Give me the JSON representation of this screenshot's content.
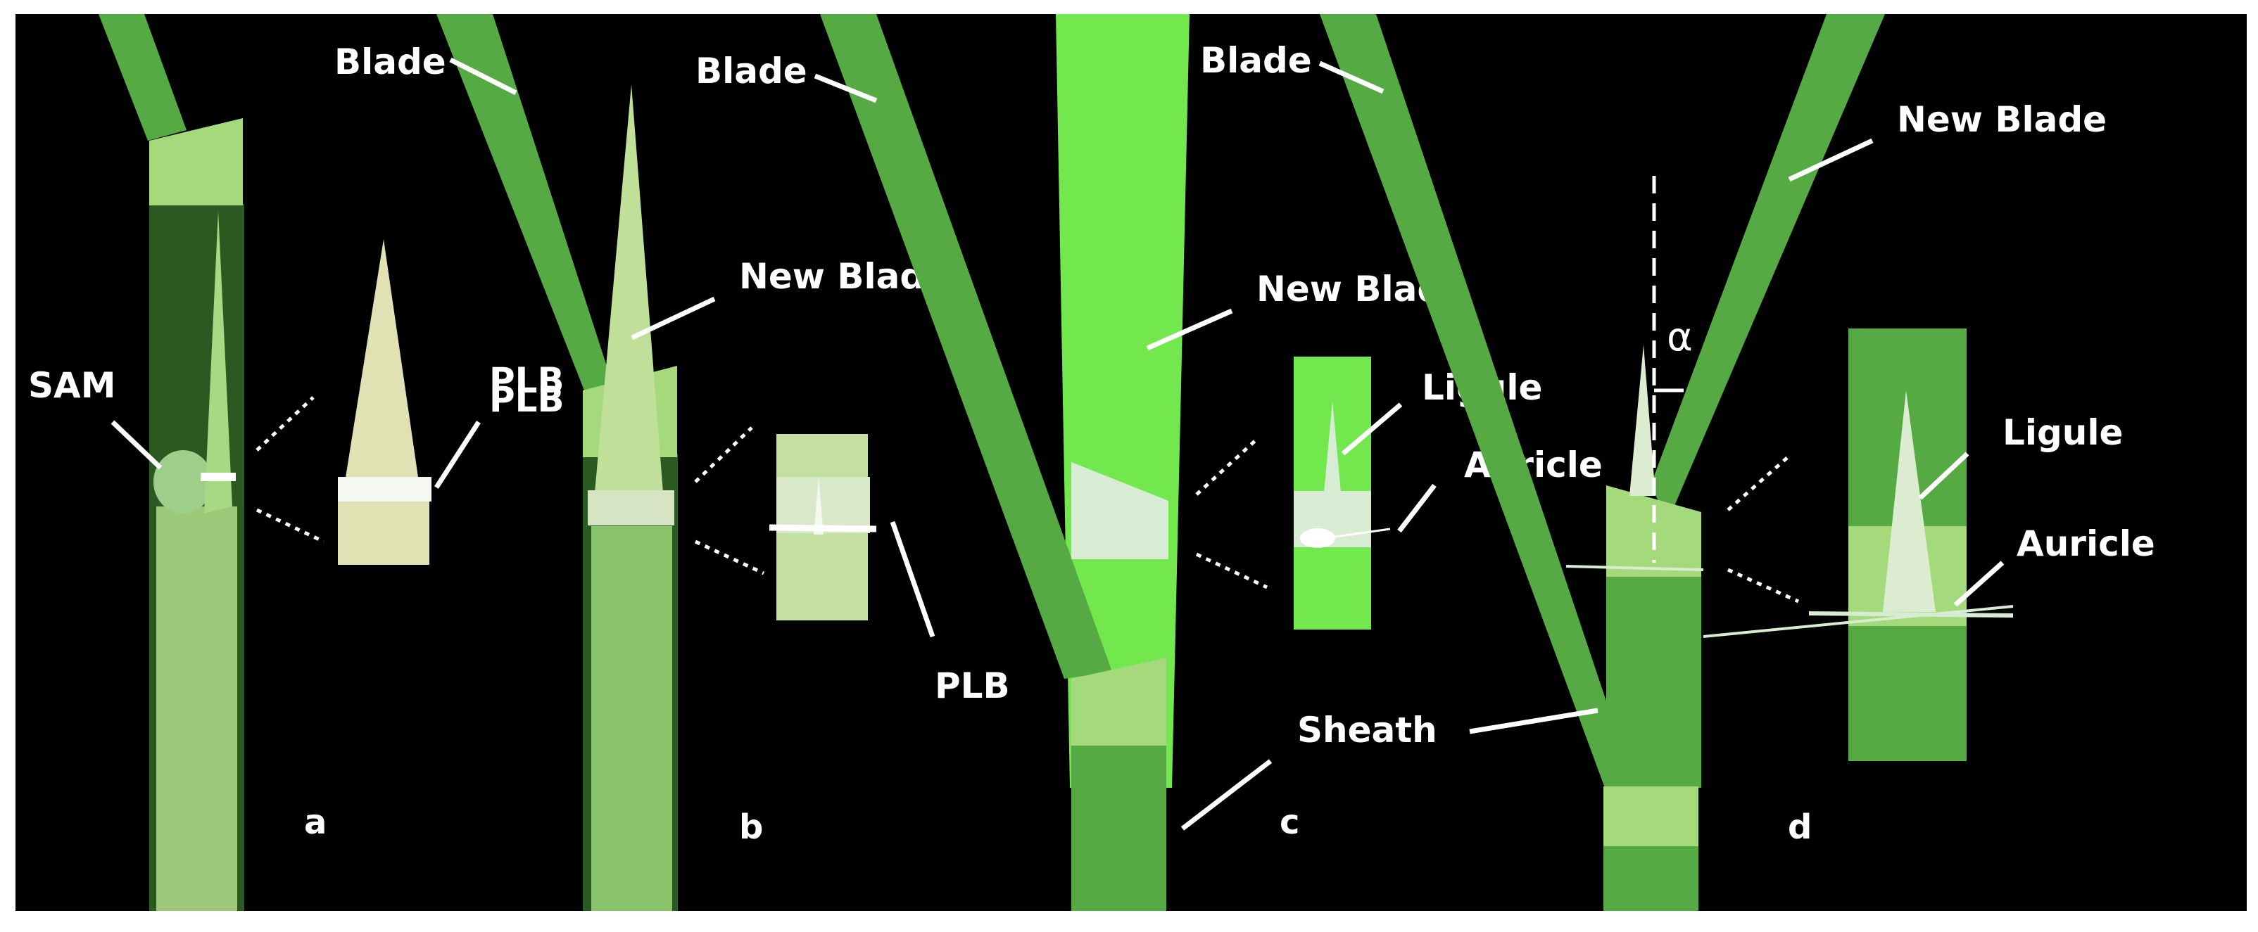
{
  "labels": {
    "sam": "SAM",
    "plb": "PLB",
    "blade": "Blade",
    "new_blade": "New Blade",
    "ligule": "Ligule",
    "auricle": "Auricle",
    "sheath": "Sheath",
    "alpha": "α"
  },
  "panels": [
    "a",
    "b",
    "c",
    "d"
  ],
  "colors": {
    "background": "#000000",
    "blade_green": "#55aa44",
    "dark_green": "#2a5a22",
    "light_green": "#a8d880",
    "pale_green": "#c6e4a2",
    "bright_green": "#72e84e",
    "cream": "#e0e2b4",
    "white": "#ffffff"
  }
}
